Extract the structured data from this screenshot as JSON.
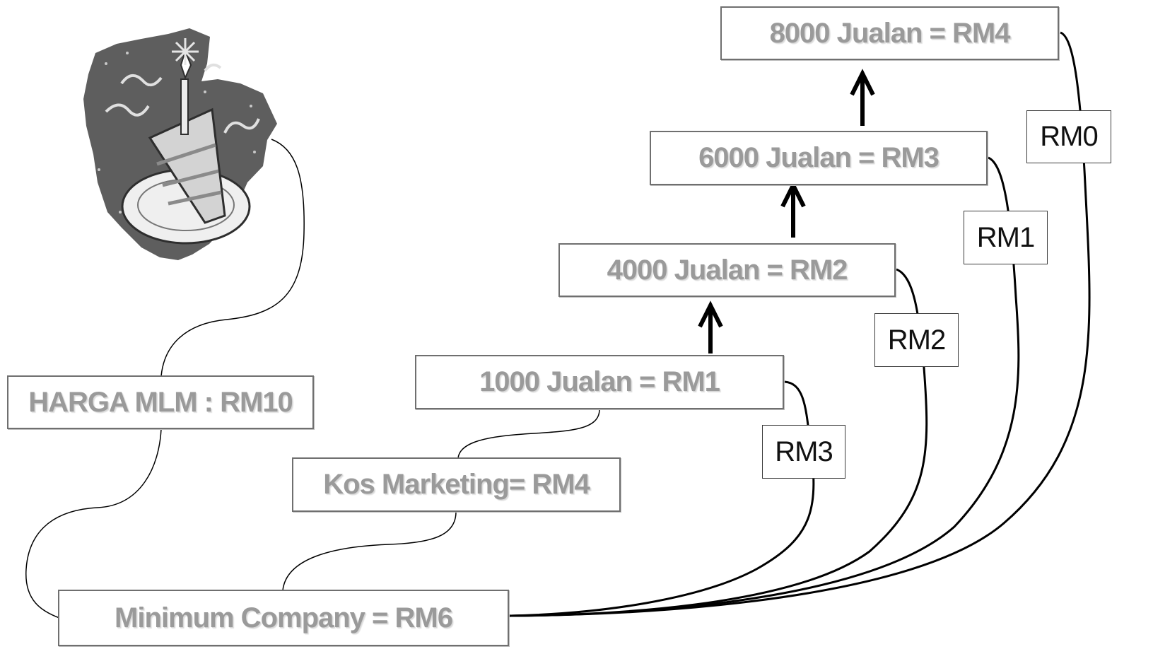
{
  "diagram": {
    "boxes": {
      "harga": "HARGA MLM : RM10",
      "kos_marketing": "Kos Marketing= RM4",
      "minimum_company": "Minimum Company = RM6",
      "jualan_1000": "1000 Jualan = RM1",
      "jualan_4000": "4000 Jualan = RM2",
      "jualan_6000": "6000 Jualan = RM3",
      "jualan_8000": "8000 Jualan = RM4"
    },
    "flow_labels": {
      "from_1000": "RM3",
      "from_4000": "RM2",
      "from_6000": "RM1",
      "from_8000": "RM0"
    },
    "clipart": "cake-slice-celebration-icon",
    "colors": {
      "box_text": "#9a9a9a",
      "box_border": "#6f6f6f",
      "label_text": "#111111",
      "line": "#000000"
    }
  }
}
